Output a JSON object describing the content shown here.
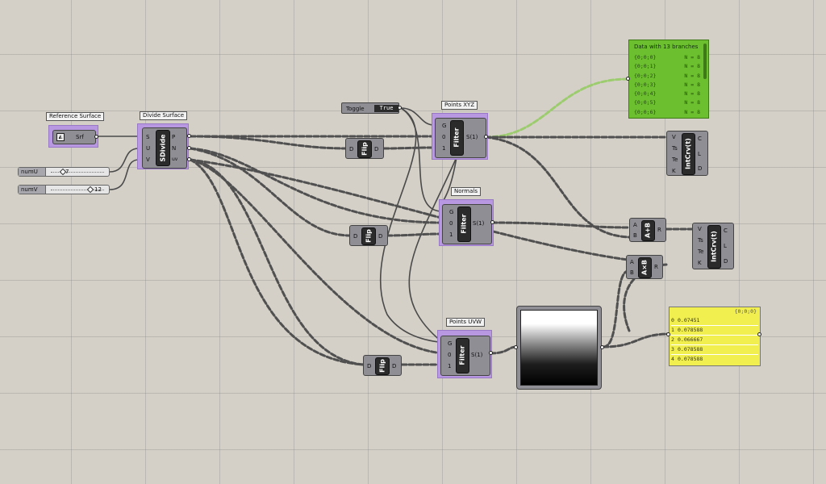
{
  "colors": {
    "canvas": "#d4d0c8",
    "selected": "#b898e0",
    "green_panel": "#6cbf2e",
    "yellow_panel": "#f1ef4f"
  },
  "reference_surface": {
    "label": "Reference Surface",
    "param": "Srf"
  },
  "sliders": [
    {
      "name": "numU",
      "value": "7"
    },
    {
      "name": "numV",
      "value": "12"
    }
  ],
  "divide_surface": {
    "label": "Divide Surface",
    "name": "SDivide",
    "inputs": [
      "S",
      "U",
      "V"
    ],
    "outputs": [
      "P",
      "N",
      "uv"
    ]
  },
  "toggle": {
    "name": "Toggle",
    "value": "True"
  },
  "filters": [
    {
      "label": "Points XYZ",
      "name": "Filter",
      "inputs": [
        "G",
        "0",
        "1"
      ],
      "output": "S(1)"
    },
    {
      "label": "Normals",
      "name": "Filter",
      "inputs": [
        "G",
        "0",
        "1"
      ],
      "output": "S(1)"
    },
    {
      "label": "Points UVW",
      "name": "Filter",
      "inputs": [
        "G",
        "0",
        "1"
      ],
      "output": "S(1)"
    }
  ],
  "flips": [
    {
      "name": "Flip",
      "input": "D",
      "output": "D"
    },
    {
      "name": "Flip",
      "input": "D",
      "output": "D"
    },
    {
      "name": "Flip",
      "input": "D",
      "output": "D"
    }
  ],
  "data_panel": {
    "title": "Data with 13 branches",
    "rows": [
      {
        "path": "{0;0;0}",
        "count": "N = 8"
      },
      {
        "path": "{0;0;1}",
        "count": "N = 8"
      },
      {
        "path": "{0;0;2}",
        "count": "N = 8"
      },
      {
        "path": "{0;0;3}",
        "count": "N = 8"
      },
      {
        "path": "{0;0;4}",
        "count": "N = 8"
      },
      {
        "path": "{0;0;5}",
        "count": "N = 8"
      },
      {
        "path": "{0;0;6}",
        "count": "N = 8"
      }
    ]
  },
  "intcrv": [
    {
      "name": "IntCrv(t)",
      "inputs": [
        "V",
        "Ts",
        "Te",
        "K"
      ],
      "outputs": [
        "C",
        "L",
        "D"
      ]
    },
    {
      "name": "IntCrv(t)",
      "inputs": [
        "V",
        "Ts",
        "Te",
        "K"
      ],
      "outputs": [
        "C",
        "L",
        "D"
      ]
    }
  ],
  "addition": {
    "name": "A+B",
    "inputs": [
      "A",
      "B"
    ],
    "output": "R"
  },
  "multiplication": {
    "name": "A×B",
    "inputs": [
      "A",
      "B"
    ],
    "output": "R"
  },
  "yellow_panel": {
    "path": "{0;0;0}",
    "rows": [
      {
        "index": "0",
        "value": "0.07451"
      },
      {
        "index": "1",
        "value": "0.078588"
      },
      {
        "index": "2",
        "value": "0.066667"
      },
      {
        "index": "3",
        "value": "0.078588"
      },
      {
        "index": "4",
        "value": "0.078588"
      }
    ]
  }
}
